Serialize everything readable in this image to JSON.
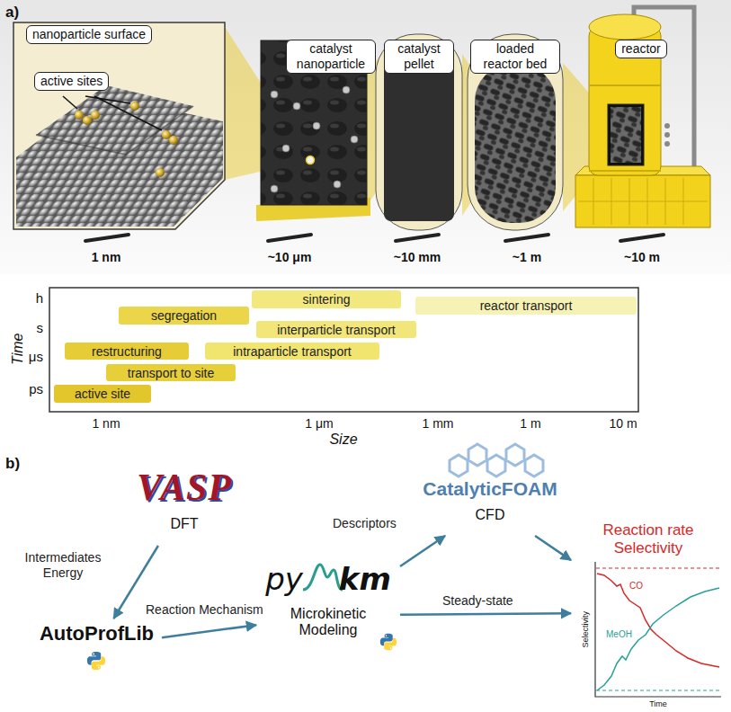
{
  "diagram": {
    "nodes": [
      {
        "text": [
          "nanoparticle surface"
        ]
      },
      {
        "text": [
          "active sites"
        ]
      },
      {
        "text": [
          "catalyst nanoparticle"
        ]
      },
      {
        "text": [
          "catalyst pellet"
        ]
      },
      {
        "text": [
          "loaded reactor bed"
        ]
      },
      {
        "text": [
          "reactor"
        ]
      },
      {
        "text": [
          "sintering"
        ]
      },
      {
        "text": [
          "reactor transport"
        ]
      },
      {
        "text": [
          "segregation"
        ]
      },
      {
        "text": [
          "interparticle transport"
        ]
      },
      {
        "text": [
          "restructuring"
        ]
      },
      {
        "text": [
          "intraparticle transport"
        ]
      },
      {
        "text": [
          "transport to site"
        ]
      },
      {
        "text": [
          "active site"
        ]
      },
      {
        "text": [
          "VASP",
          "DFT"
        ]
      },
      {
        "text": [
          "AutoProfLib"
        ]
      },
      {
        "text": [
          "py",
          "km",
          "Microkinetic Modeling"
        ]
      },
      {
        "text": [
          "CatalyticFOAM",
          "CFD"
        ]
      },
      {
        "text": [
          "Reaction rate Selectivity"
        ]
      }
    ],
    "edges": [
      {
        "from": 14,
        "to": 15,
        "label": "Intermediates Energy",
        "arrow": "to"
      },
      {
        "from": 15,
        "to": 16,
        "label": "Reaction Mechanism",
        "arrow": "to"
      },
      {
        "from": 16,
        "to": 17,
        "label": "Descriptors",
        "arrow": "to"
      },
      {
        "from": 17,
        "to": 18,
        "arrow": "to"
      },
      {
        "from": 16,
        "to": 18,
        "label": "Steady-state",
        "arrow": "to"
      }
    ],
    "labels": [
      "a)",
      "1 nm",
      "~10 μm",
      "~10 mm",
      "~1 m",
      "~10 m",
      "h",
      "s",
      "μs",
      "ps",
      "Time",
      "1 nm",
      "1 μm",
      "1 mm",
      "1 m",
      "10 m",
      "Size",
      "b)",
      "CO",
      "MeOH",
      "Selectivity",
      "Time"
    ]
  }
}
